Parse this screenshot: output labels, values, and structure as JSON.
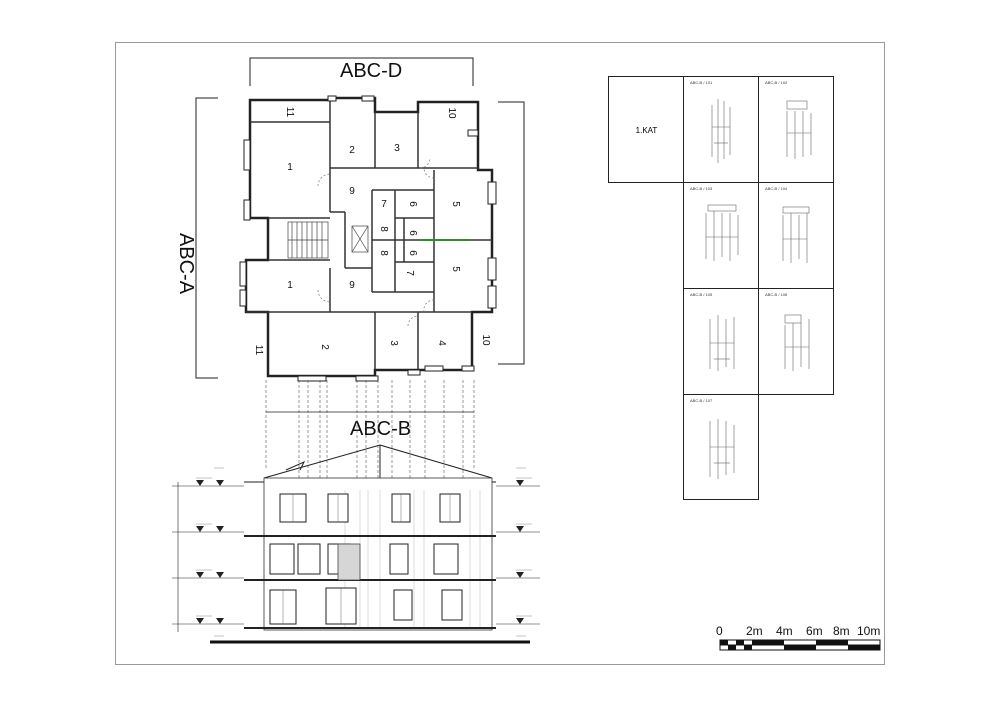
{
  "labels": {
    "top_section": "ABC-D",
    "left_section": "ABC-A",
    "bottom_section": "ABC-B"
  },
  "floor_plan": {
    "rooms_top": [
      "11",
      "2",
      "3",
      "10"
    ],
    "rooms_mid": [
      "1",
      "9",
      "7",
      "6",
      "8",
      "5"
    ],
    "rooms_mid2": [
      "1",
      "9",
      "8",
      "6",
      "7",
      "5"
    ],
    "rooms_bottom": [
      "11",
      "2",
      "3",
      "4",
      "10"
    ]
  },
  "key_plan": {
    "floor_label": "1.KAT",
    "cells": [
      "ABC-B / 101",
      "ABC-B / 102",
      "ABC-B / 103",
      "ABC-B / 104",
      "ABC-B / 105",
      "ABC-B / 106",
      "ABC-B / 107"
    ]
  },
  "scale_bar": {
    "labels": [
      "0",
      "2m",
      "4m",
      "6m",
      "8m",
      "10m"
    ]
  },
  "colors": {
    "line": "#222222",
    "accent_green": "#2e8b2e",
    "frame": "#9a9a9a"
  }
}
